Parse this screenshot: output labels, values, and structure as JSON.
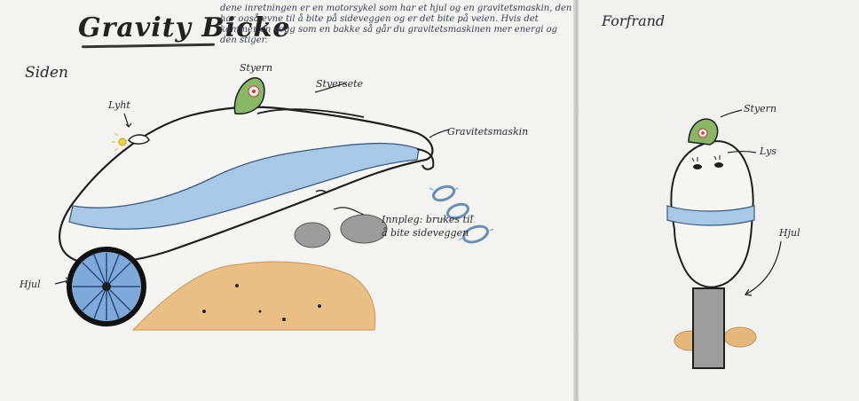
{
  "title": "Gravity Bicke",
  "description": "dene inretningen er en motorsykel som har et hjul og en gravitetsmaskin, den har også evne til å bite på sideveggen og er det bite på veien. Hvis det kommer en vegg som en bakke så går du gravitetsmaskinen mer energi og den stiger.",
  "side_view": {
    "heading": "Siden",
    "labels": {
      "light": "Lyht",
      "steering": "Styern",
      "seat": "Styersete",
      "gravity_machine": "Gravitetsmaskin",
      "intake": "Innpleg: brukes til å bite sideveggen",
      "wheel": "Hjul"
    }
  },
  "front_view": {
    "heading": "Forfrand",
    "labels": {
      "steering": "Styern",
      "light": "Lys",
      "wheel": "Hjul"
    }
  },
  "colors": {
    "paper": "#f3f3f1",
    "ink": "#222222",
    "stripe_blue": "#a9c8e6",
    "wheel_blue": "#7fa9d8",
    "dirt": "#e6b77b",
    "green": "#7fb25c",
    "grey": "#9d9d9d"
  }
}
